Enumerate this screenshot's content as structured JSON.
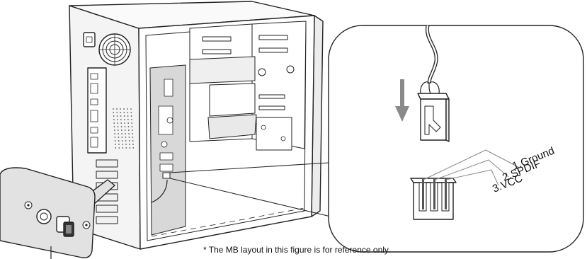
{
  "footnote": "* The MB layout in this figure is for reference only.",
  "pins": [
    {
      "label": "1.Ground"
    },
    {
      "label": "2.SPDIF"
    },
    {
      "label": "3.VCC"
    }
  ],
  "colors": {
    "line": "#222222",
    "panel_fill": "#e2e2e2",
    "motherboard_fill": "#d8d8d8",
    "arrow": "#8a8a8a"
  }
}
